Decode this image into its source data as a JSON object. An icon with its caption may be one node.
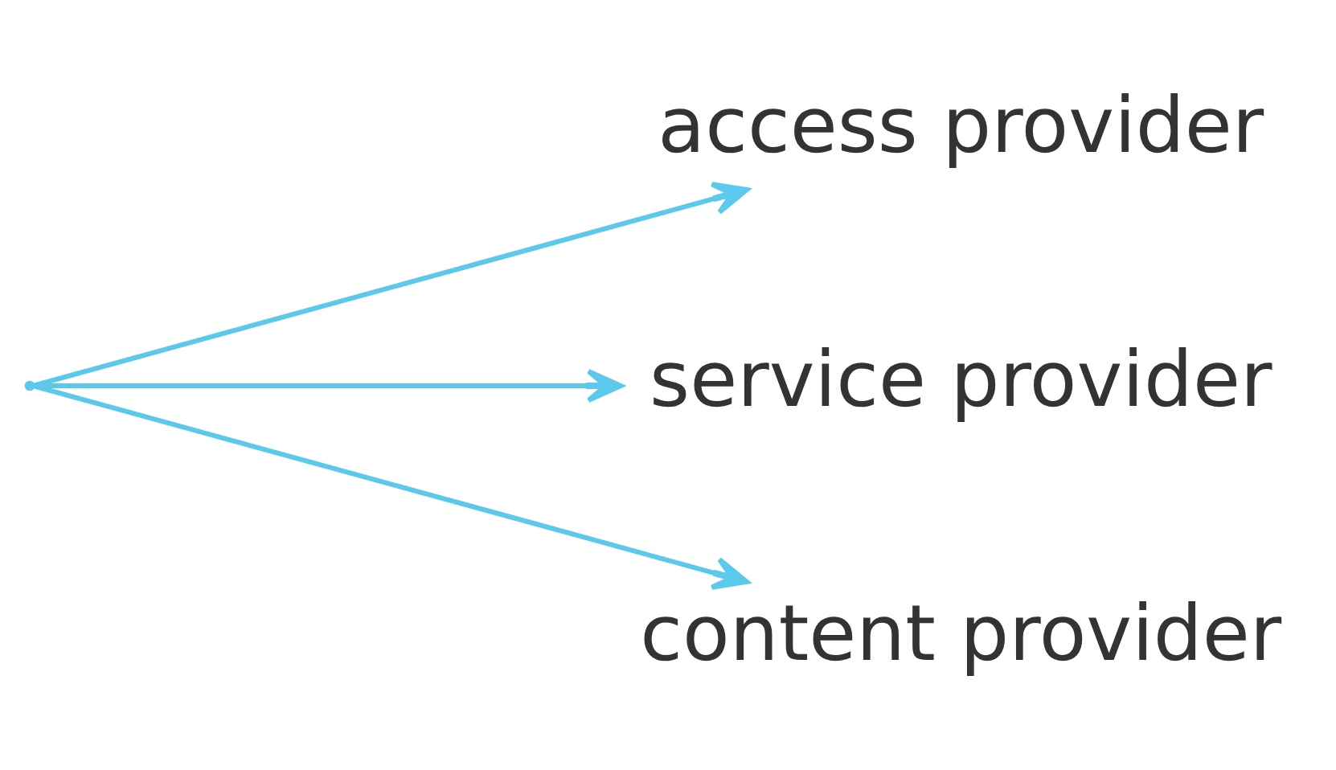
{
  "diagram": {
    "nodes": [
      {
        "text": [],
        "shape": "point"
      },
      {
        "text": [
          "access provider"
        ]
      },
      {
        "text": [
          "service provider"
        ]
      },
      {
        "text": [
          "content provider"
        ]
      }
    ],
    "edges": [
      {
        "from": 0,
        "to": 1,
        "arrow": "to"
      },
      {
        "from": 0,
        "to": 2,
        "arrow": "to"
      },
      {
        "from": 0,
        "to": 3,
        "arrow": "to"
      }
    ]
  }
}
